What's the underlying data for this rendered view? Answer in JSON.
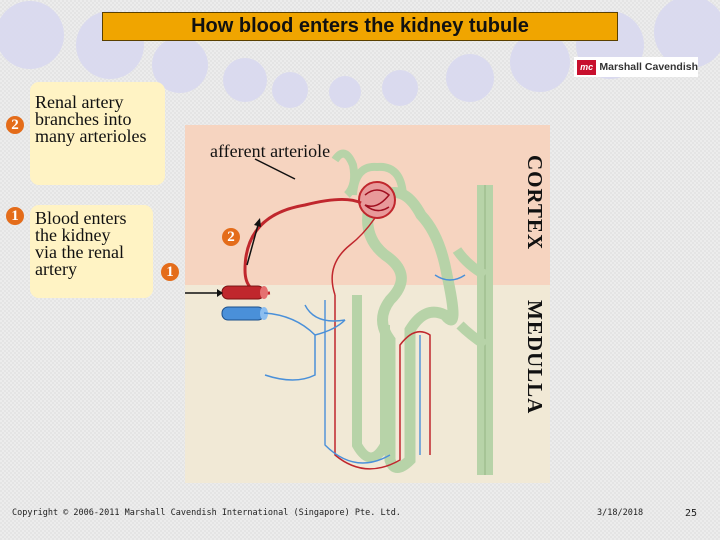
{
  "title": "How blood enters the kidney tubule",
  "logo": {
    "mark": "mc",
    "text": "Marshall Cavendish"
  },
  "callouts": [
    {
      "number": "2",
      "lines": [
        "Renal artery",
        "branches into",
        "many arterioles"
      ]
    },
    {
      "number": "1",
      "lines": [
        "Blood enters",
        "the kidney",
        "via the renal",
        "artery"
      ]
    }
  ],
  "diagram": {
    "label_afferent": "afferent arteriole",
    "marker_1": "1",
    "marker_2": "2",
    "region_cortex": "CORTEX",
    "region_medulla": "MEDULLA",
    "colors": {
      "cortex": "#f6d4c0",
      "medulla": "#f1e9d6",
      "tubule": "#b7d3a8",
      "artery": "#c0272d",
      "vein": "#4a90d9",
      "badge": "#e46c1a"
    }
  },
  "footer": {
    "copyright": "Copyright © 2006-2011 Marshall Cavendish International (Singapore) Pte. Ltd.",
    "date": "3/18/2018",
    "page": "25"
  }
}
